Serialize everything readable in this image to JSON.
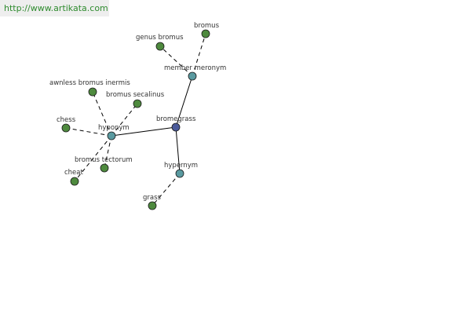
{
  "url_banner": {
    "text": "http://www.artikata.com"
  },
  "colors": {
    "center_node": "#4a5a9a",
    "relation_node": "#5a9aa0",
    "leaf_node": "#4e8a3e",
    "node_outline": "#1a1a1a",
    "edge": "#000000",
    "label": "#333333",
    "banner_bg": "#eeeeee",
    "banner_text": "#2e8b2e"
  },
  "graph": {
    "nodes": [
      {
        "id": "bromegrass",
        "label": "bromegrass",
        "kind": "center"
      },
      {
        "id": "member_meronym",
        "label": "member meronym",
        "kind": "relation"
      },
      {
        "id": "hyponym",
        "label": "hyponym",
        "kind": "relation"
      },
      {
        "id": "hypernym",
        "label": "hypernym",
        "kind": "relation"
      },
      {
        "id": "bromus",
        "label": "bromus",
        "kind": "leaf"
      },
      {
        "id": "genus_bromus",
        "label": "genus bromus",
        "kind": "leaf"
      },
      {
        "id": "awnless_bromus_inermis",
        "label": "awnless bromus inermis",
        "kind": "leaf"
      },
      {
        "id": "bromus_secalinus",
        "label": "bromus secalinus",
        "kind": "leaf"
      },
      {
        "id": "chess",
        "label": "chess",
        "kind": "leaf"
      },
      {
        "id": "bromus_tectorum",
        "label": "bromus tectorum",
        "kind": "leaf"
      },
      {
        "id": "cheat",
        "label": "cheat",
        "kind": "leaf"
      },
      {
        "id": "grass",
        "label": "grass",
        "kind": "leaf"
      }
    ],
    "edges": [
      {
        "from": "bromegrass",
        "to": "member_meronym",
        "style": "solid"
      },
      {
        "from": "bromegrass",
        "to": "hyponym",
        "style": "solid"
      },
      {
        "from": "bromegrass",
        "to": "hypernym",
        "style": "solid"
      },
      {
        "from": "member_meronym",
        "to": "bromus",
        "style": "dashed"
      },
      {
        "from": "member_meronym",
        "to": "genus_bromus",
        "style": "dashed"
      },
      {
        "from": "hyponym",
        "to": "awnless_bromus_inermis",
        "style": "dashed"
      },
      {
        "from": "hyponym",
        "to": "bromus_secalinus",
        "style": "dashed"
      },
      {
        "from": "hyponym",
        "to": "chess",
        "style": "dashed"
      },
      {
        "from": "hyponym",
        "to": "bromus_tectorum",
        "style": "dashed"
      },
      {
        "from": "hyponym",
        "to": "cheat",
        "style": "dashed"
      },
      {
        "from": "hypernym",
        "to": "grass",
        "style": "dashed"
      }
    ]
  }
}
